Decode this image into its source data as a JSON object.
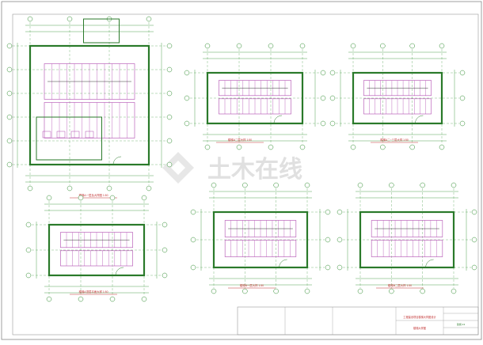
{
  "drawing": {
    "plans": [
      {
        "id": "plan-a-1f",
        "caption": "楼梯A一层及大样图 1:50"
      },
      {
        "id": "plan-a-2f",
        "caption": "楼梯A二层大样 1:50"
      },
      {
        "id": "plan-a-3f",
        "caption": "楼梯A二~三层大样 1:50"
      },
      {
        "id": "plan-a-top",
        "caption": "楼梯A顶层平面大样 1:50"
      },
      {
        "id": "plan-b-1f",
        "caption": "楼梯B一层大样 1:50"
      },
      {
        "id": "plan-b-2f",
        "caption": "楼梯B二层大样 1:50"
      }
    ],
    "watermark": {
      "text": "土木在线",
      "color": "#c8c8c8"
    },
    "title_block": {
      "project": "工程建设项目楼梯大样图设计",
      "drawing_name": "楼梯大样图",
      "sheet_no": "建施-13"
    },
    "colors": {
      "wall": "#2a7a2a",
      "stair": "#b04ab0",
      "dim": "#2a8a2a",
      "note": "#c03030",
      "frame": "#888888"
    }
  }
}
